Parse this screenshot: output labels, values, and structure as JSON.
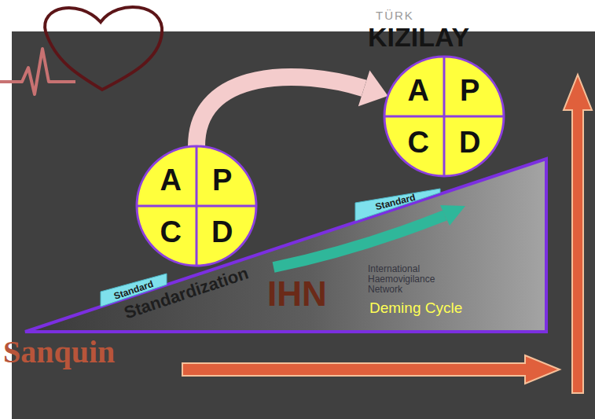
{
  "diagram": {
    "nodes": [
      {
        "text": [
          "Standardization",
          "Deming Cycle"
        ]
      },
      {
        "text": [
          "A",
          "P",
          "C",
          "D"
        ]
      },
      {
        "text": [
          "Standard"
        ]
      },
      {
        "text": [
          "A",
          "P",
          "C",
          "D"
        ]
      },
      {
        "text": [
          "Standard"
        ]
      }
    ],
    "edges": [
      {
        "from": 1,
        "to": 3,
        "arrow": "to"
      }
    ],
    "labels": [
      "TÜRK",
      "KIZILAY",
      "Sanquin",
      "IHN",
      "International Haemovigilance Network"
    ]
  }
}
